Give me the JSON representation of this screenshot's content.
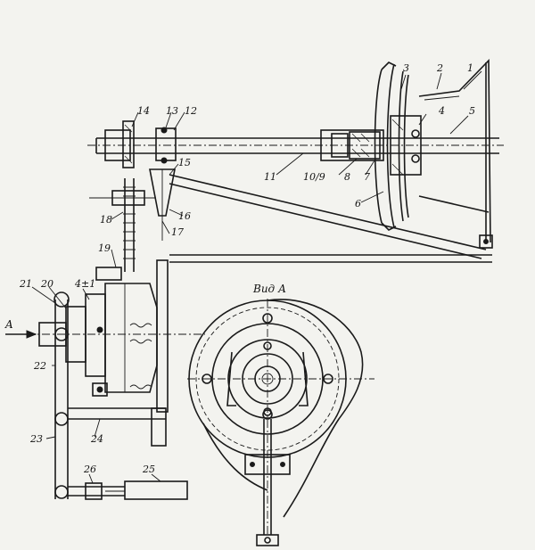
{
  "labels": {
    "l1": "1",
    "l2": "2",
    "l3": "3",
    "l4": "4",
    "l5": "5",
    "l6": "6",
    "l7": "7",
    "l8": "8",
    "l9": "10/9",
    "l11": "11",
    "l12": "12",
    "l13": "13",
    "l14": "14",
    "l15": "15",
    "l16": "16",
    "l17": "17",
    "l18": "18",
    "l19": "19",
    "l20": "20",
    "l21": "21",
    "l22": "22",
    "l23": "23",
    "l24": "24",
    "l25": "25",
    "l26": "26",
    "gap": "4±1",
    "arrowA": "A",
    "viewA": "Вид А"
  },
  "colors": {
    "ink": "#1a1a1a",
    "paper": "#f3f3ef"
  }
}
